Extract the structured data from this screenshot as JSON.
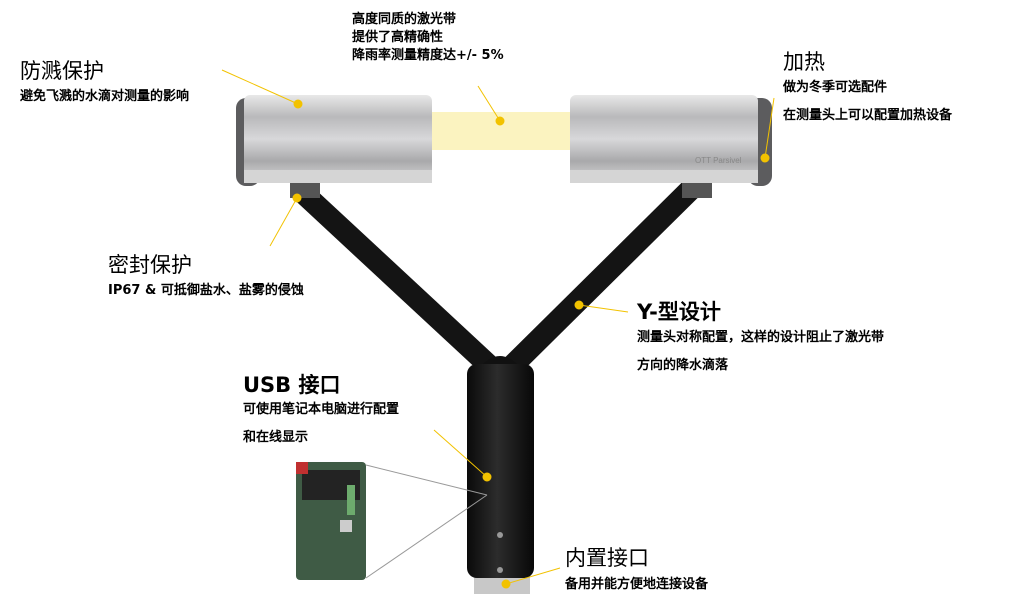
{
  "callouts": {
    "splash": {
      "title": "防溅保护",
      "lines": [
        "避免飞溅的水滴对测量的影响"
      ]
    },
    "laser": {
      "lines": [
        "高度同质的激光带",
        "提供了高精确性",
        "降雨率测量精度达+/- 5%"
      ]
    },
    "heating": {
      "title": "加热",
      "lines": [
        "做为冬季可选配件",
        "在测量头上可以配置加热设备"
      ]
    },
    "seal": {
      "title": "密封保护",
      "lines": [
        "IP67 & 可抵御盐水、盐雾的侵蚀"
      ]
    },
    "ydesign": {
      "title": "Y-型设计",
      "lines": [
        "测量头对称配置，这样的设计阻止了激光带",
        "方向的降水滴落"
      ]
    },
    "usb": {
      "title": "USB 接口",
      "lines": [
        "可使用笔记本电脑进行配置",
        "和在线显示"
      ]
    },
    "internal": {
      "title": "内置接口",
      "lines": [
        "备用并能方便地连接设备"
      ]
    }
  },
  "device_label": "OTT Parsivel",
  "colors": {
    "accent": "#f2c200",
    "laser": "#fbf3c0",
    "body": "#151515"
  }
}
